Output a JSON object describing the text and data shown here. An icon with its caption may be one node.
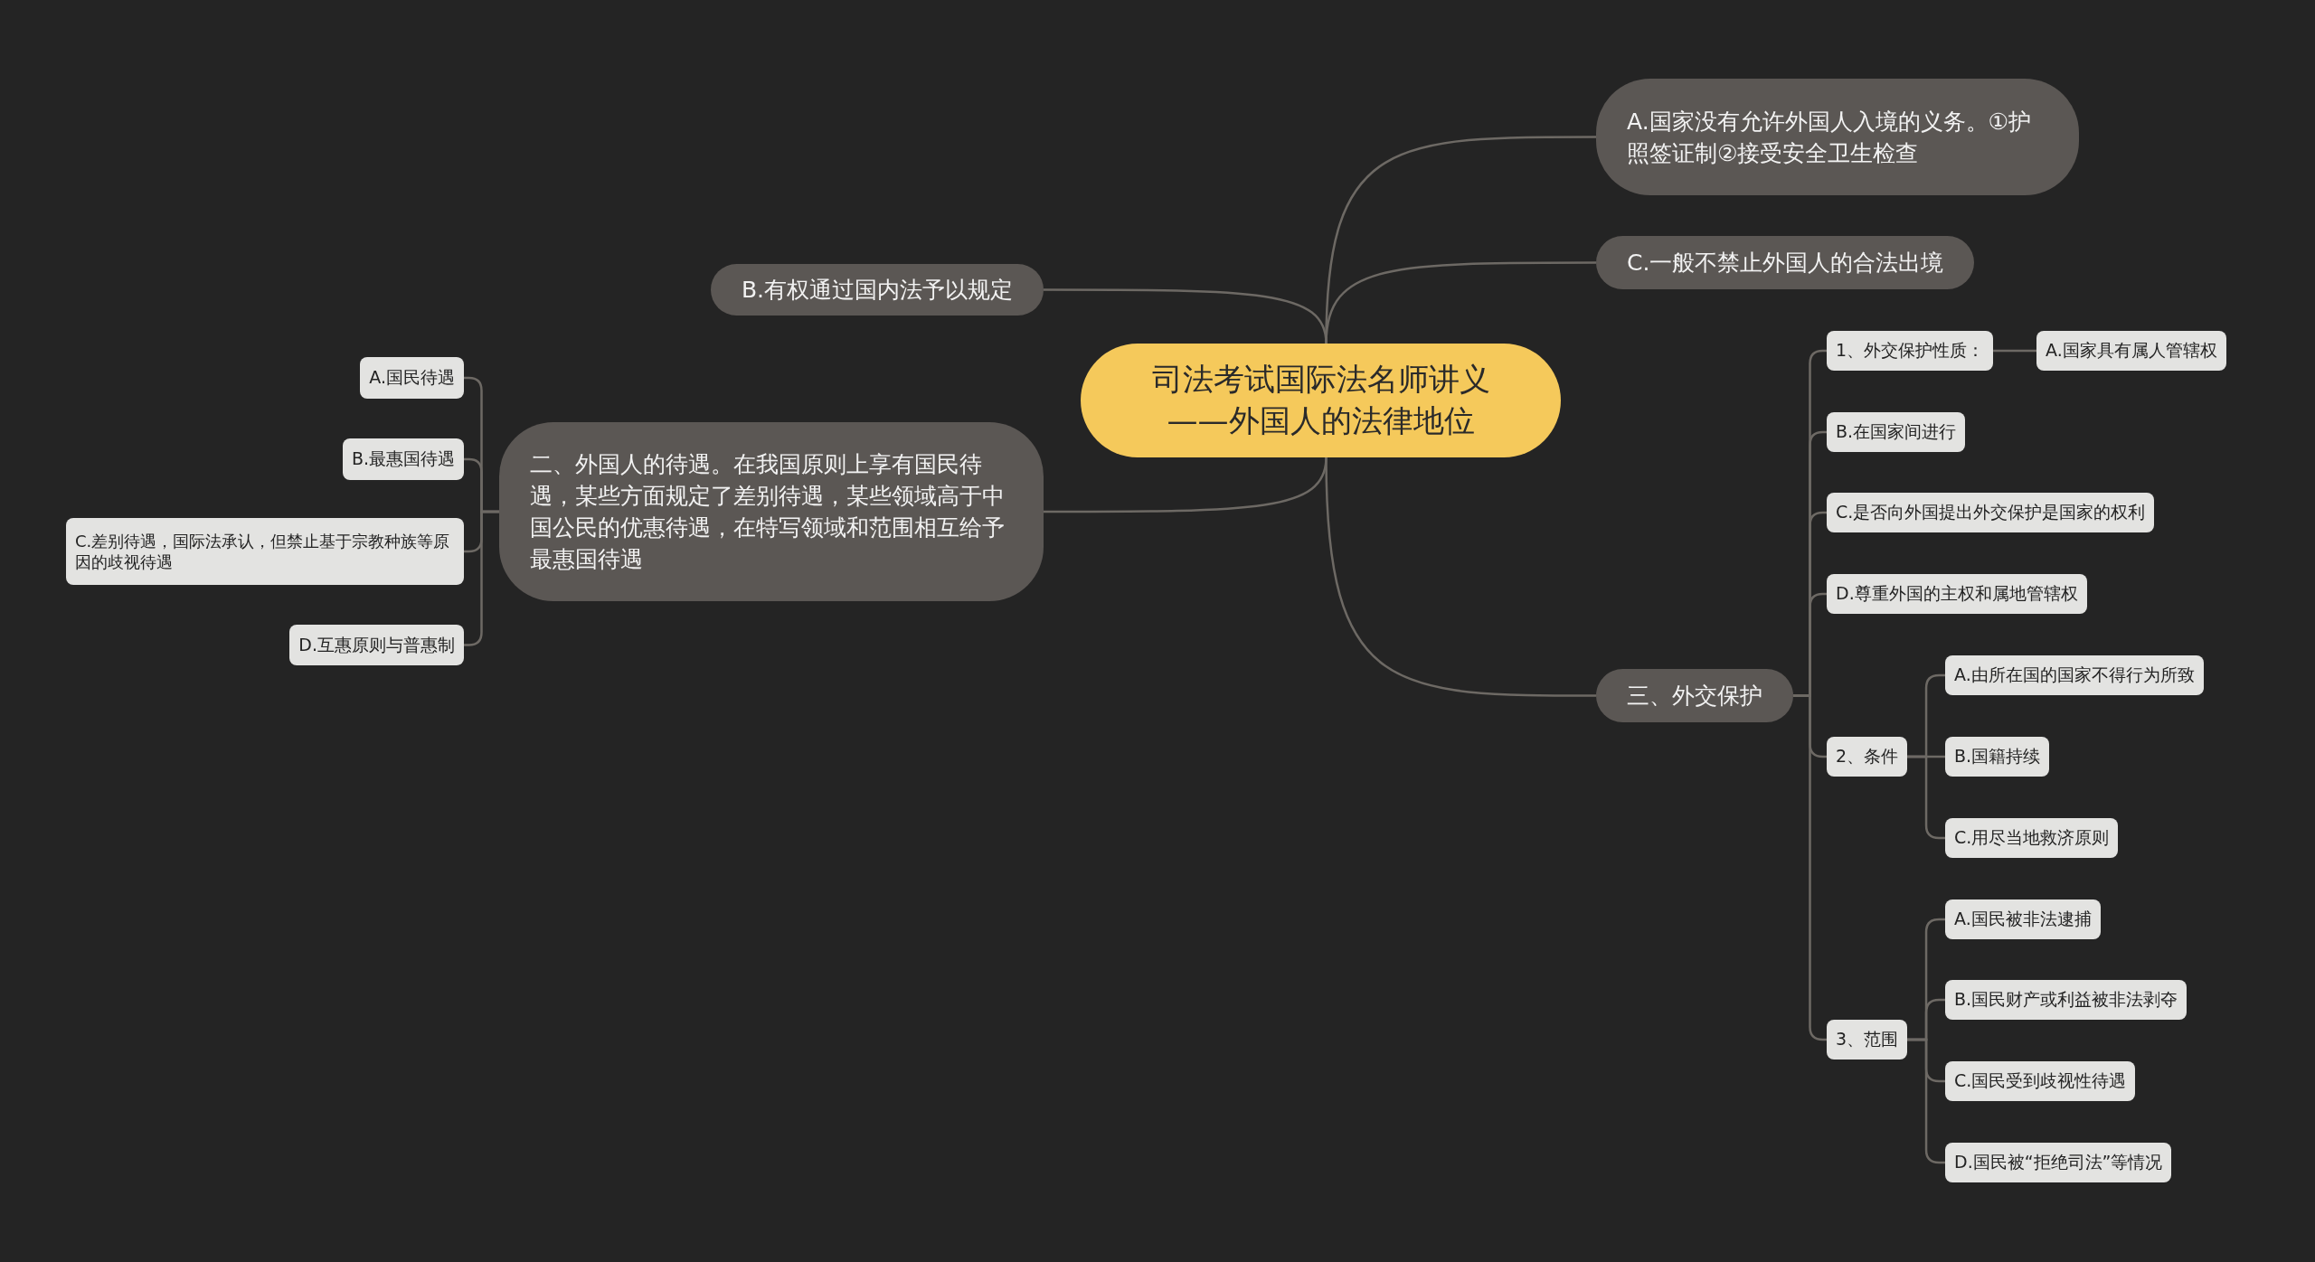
{
  "diagram": {
    "nodes": [
      {
        "text": [
          "司法考试国际法名师讲义——外国人的法律地位"
        ]
      },
      {
        "text": [
          "A.国家没有允许外国人入境的义务。①护照签证制②接受安全卫生检查"
        ]
      },
      {
        "text": [
          "C.一般不禁止外国人的合法出境"
        ]
      },
      {
        "text": [
          "B.有权通过国内法予以规定"
        ]
      },
      {
        "text": [
          "二、外国人的待遇。在我国原则上享有国民待遇，某些方面规定了差别待遇，某些领域高于中国公民的优惠待遇，在特写领域和范围相互给予最惠国待遇"
        ]
      },
      {
        "text": [
          "A.国民待遇"
        ]
      },
      {
        "text": [
          "B.最惠国待遇"
        ]
      },
      {
        "text": [
          "C.差别待遇，国际法承认，但禁止基于宗教种族等原因的歧视待遇"
        ]
      },
      {
        "text": [
          "D.互惠原则与普惠制"
        ]
      },
      {
        "text": [
          "三、外交保护"
        ]
      },
      {
        "text": [
          "1、外交保护性质："
        ]
      },
      {
        "text": [
          "A.国家具有属人管辖权"
        ]
      },
      {
        "text": [
          "B.在国家间进行"
        ]
      },
      {
        "text": [
          "C.是否向外国提出外交保护是国家的权利"
        ]
      },
      {
        "text": [
          "D.尊重外国的主权和属地管辖权"
        ]
      },
      {
        "text": [
          "2、条件"
        ]
      },
      {
        "text": [
          "A.由所在国的国家不得行为所致"
        ]
      },
      {
        "text": [
          "B.国籍持续"
        ]
      },
      {
        "text": [
          "C.用尽当地救济原则"
        ]
      },
      {
        "text": [
          "3、范围"
        ]
      },
      {
        "text": [
          "A.国民被非法逮捕"
        ]
      },
      {
        "text": [
          "B.国民财产或利益被非法剥夺"
        ]
      },
      {
        "text": [
          "C.国民受到歧视性待遇"
        ]
      },
      {
        "text": [
          "D.国民被“拒绝司法”等情况"
        ]
      }
    ],
    "edges": [
      {
        "from": 0,
        "to": 1,
        "arrow": "none"
      },
      {
        "from": 0,
        "to": 2,
        "arrow": "none"
      },
      {
        "from": 0,
        "to": 3,
        "arrow": "none"
      },
      {
        "from": 0,
        "to": 4,
        "arrow": "none"
      },
      {
        "from": 4,
        "to": 5,
        "arrow": "none"
      },
      {
        "from": 4,
        "to": 6,
        "arrow": "none"
      },
      {
        "from": 4,
        "to": 7,
        "arrow": "none"
      },
      {
        "from": 4,
        "to": 8,
        "arrow": "none"
      },
      {
        "from": 0,
        "to": 9,
        "arrow": "none"
      },
      {
        "from": 9,
        "to": 10,
        "arrow": "none"
      },
      {
        "from": 10,
        "to": 11,
        "arrow": "none"
      },
      {
        "from": 9,
        "to": 12,
        "arrow": "none"
      },
      {
        "from": 9,
        "to": 13,
        "arrow": "none"
      },
      {
        "from": 9,
        "to": 14,
        "arrow": "none"
      },
      {
        "from": 9,
        "to": 15,
        "arrow": "none"
      },
      {
        "from": 15,
        "to": 16,
        "arrow": "none"
      },
      {
        "from": 15,
        "to": 17,
        "arrow": "none"
      },
      {
        "from": 15,
        "to": 18,
        "arrow": "none"
      },
      {
        "from": 9,
        "to": 19,
        "arrow": "none"
      },
      {
        "from": 19,
        "to": 20,
        "arrow": "none"
      },
      {
        "from": 19,
        "to": 21,
        "arrow": "none"
      },
      {
        "from": 19,
        "to": 22,
        "arrow": "none"
      },
      {
        "from": 19,
        "to": 23,
        "arrow": "none"
      }
    ]
  }
}
